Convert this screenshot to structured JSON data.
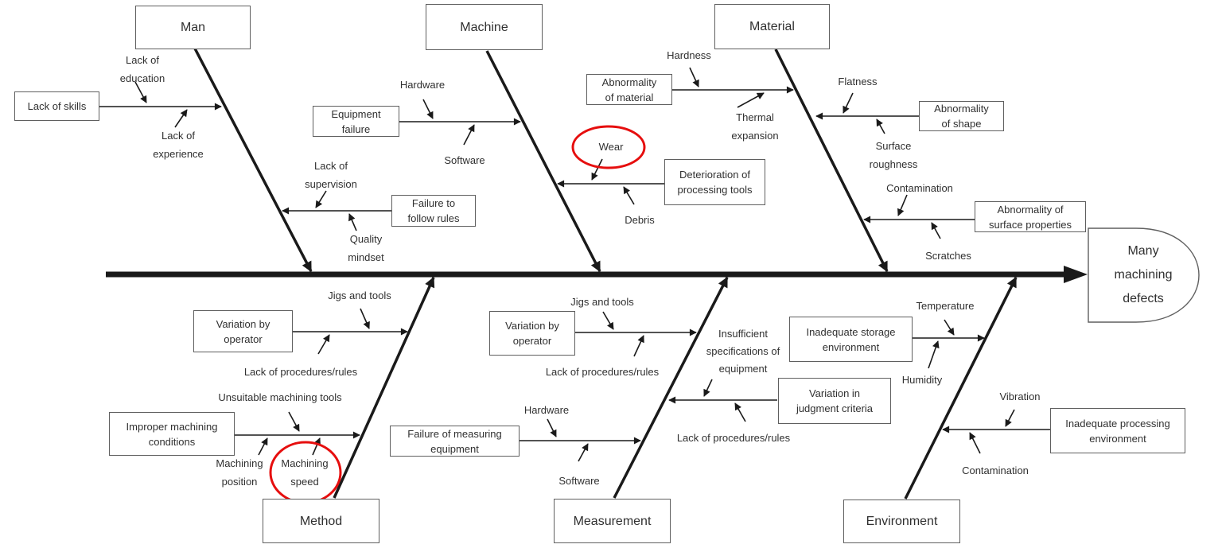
{
  "effect": {
    "text": "Many\nmachining\ndefects"
  },
  "colors": {
    "line": "#1a1a1a",
    "box_border": "#5f5f5f",
    "text": "#303030",
    "highlight_red": "#e60e0e",
    "background": "#ffffff"
  },
  "annotations": {
    "circled": [
      "Wear",
      "Machining speed"
    ]
  },
  "categories": {
    "man": {
      "title": "Man",
      "skills": "Lack of skills",
      "education": "Lack of\neducation",
      "experience": "Lack of\nexperience",
      "rules": "Failure to\nfollow rules",
      "supervision": "Lack of\nsupervision",
      "quality": "Quality\nmindset"
    },
    "machine": {
      "title": "Machine",
      "equipment": "Equipment\nfailure",
      "hardware": "Hardware",
      "software": "Software",
      "deterioration": "Deterioration of\nprocessing tools",
      "wear": "Wear",
      "debris": "Debris"
    },
    "material": {
      "title": "Material",
      "abnormality_material": "Abnormality\nof material",
      "hardness": "Hardness",
      "thermal": "Thermal\nexpansion",
      "abnormality_shape": "Abnormality\nof shape",
      "flatness": "Flatness",
      "surface_roughness": "Surface\nroughness",
      "abnormality_surface": "Abnormality of\nsurface properties",
      "contamination": "Contamination",
      "scratches": "Scratches"
    },
    "method": {
      "title": "Method",
      "variation": "Variation by\noperator",
      "jigs": "Jigs and tools",
      "procedures": "Lack of procedures/rules",
      "improper": "Improper machining\nconditions",
      "unsuitable": "Unsuitable machining tools",
      "position": "Machining\nposition",
      "speed": "Machining\nspeed"
    },
    "measurement": {
      "title": "Measurement",
      "variation": "Variation by\noperator",
      "jigs": "Jigs and tools",
      "procedures1": "Lack of procedures/rules",
      "judgment": "Variation in\njudgment criteria",
      "insufficient": "Insufficient\nspecifications of\nequipment",
      "procedures2": "Lack of procedures/rules",
      "measuring": "Failure of measuring\nequipment",
      "hardware": "Hardware",
      "software": "Software"
    },
    "environment": {
      "title": "Environment",
      "storage": "Inadequate storage\nenvironment",
      "temperature": "Temperature",
      "humidity": "Humidity",
      "processing": "Inadequate processing\nenvironment",
      "vibration": "Vibration",
      "contamination": "Contamination"
    }
  }
}
